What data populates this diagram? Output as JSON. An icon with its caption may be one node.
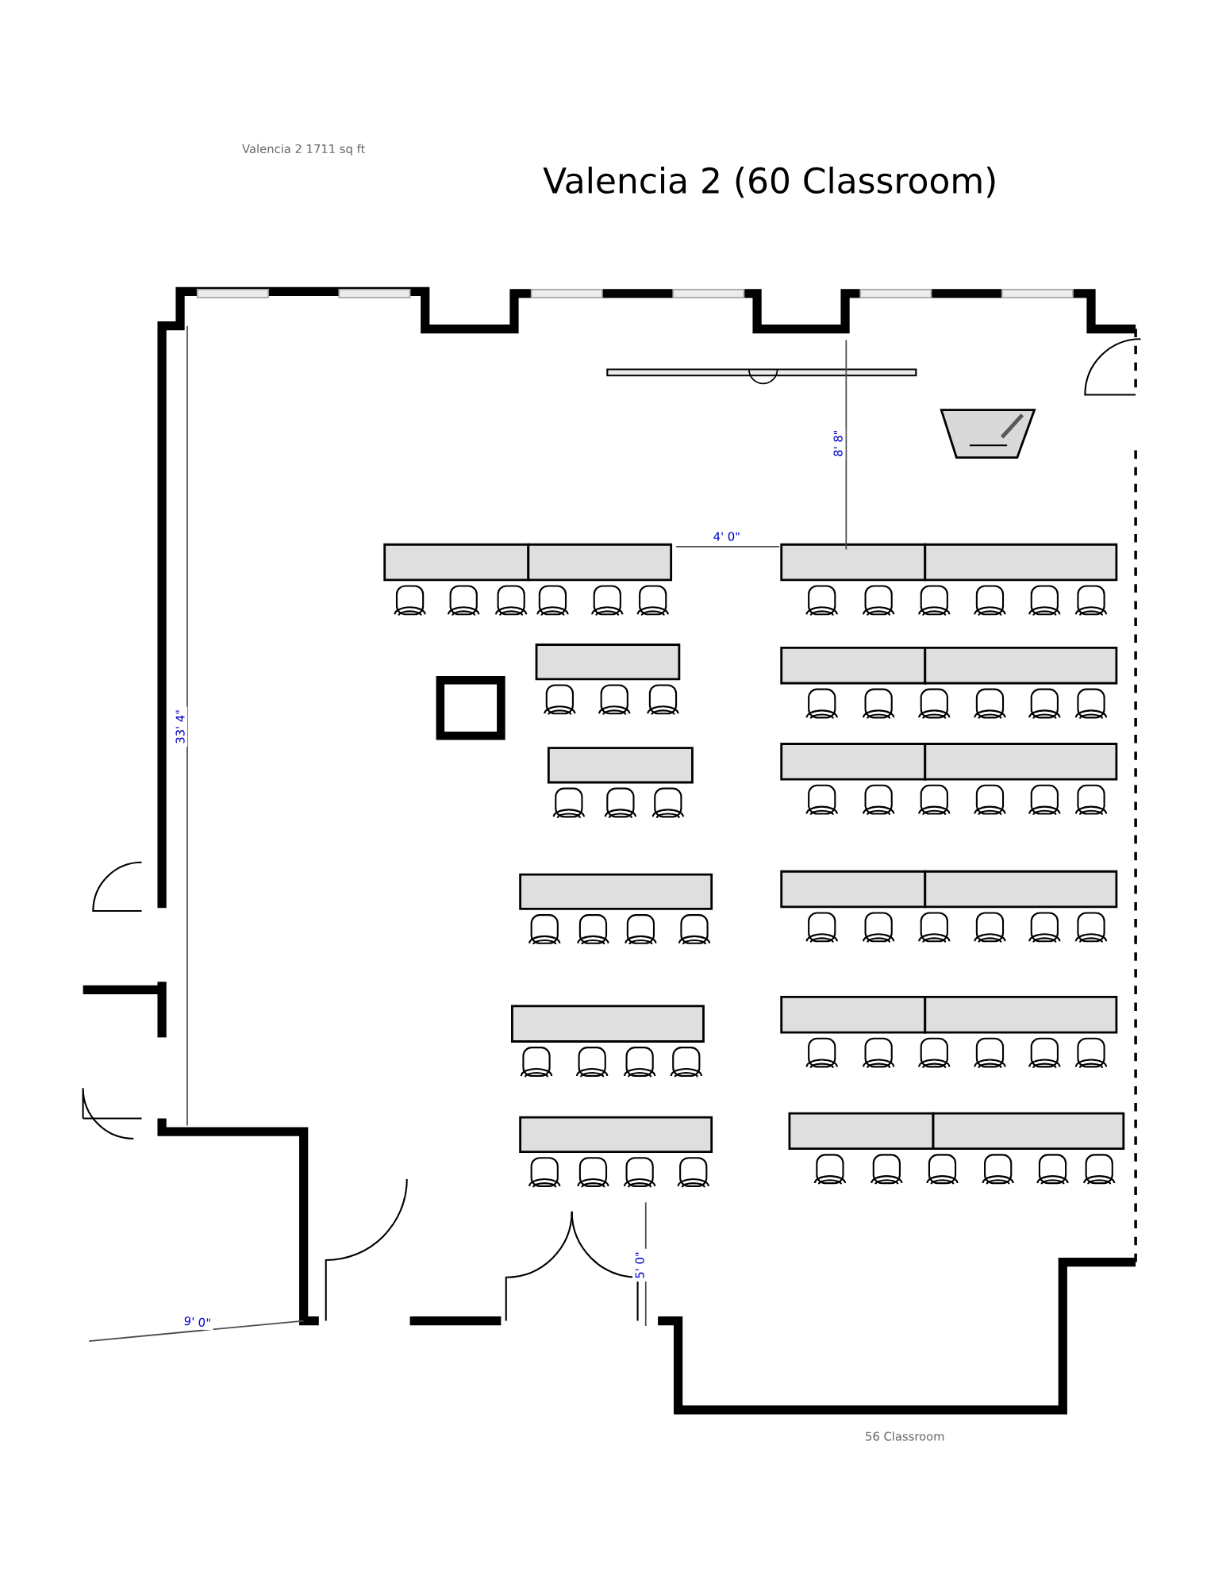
{
  "diagram": {
    "title": "Valencia 2 (60 Classroom)",
    "labels": [
      "Valencia 2 1711 sq ft",
      "8' 8\"",
      "4' 0\"",
      "33' 4\"",
      "5' 0\"",
      "9' 0\"",
      "56 Classroom"
    ]
  }
}
